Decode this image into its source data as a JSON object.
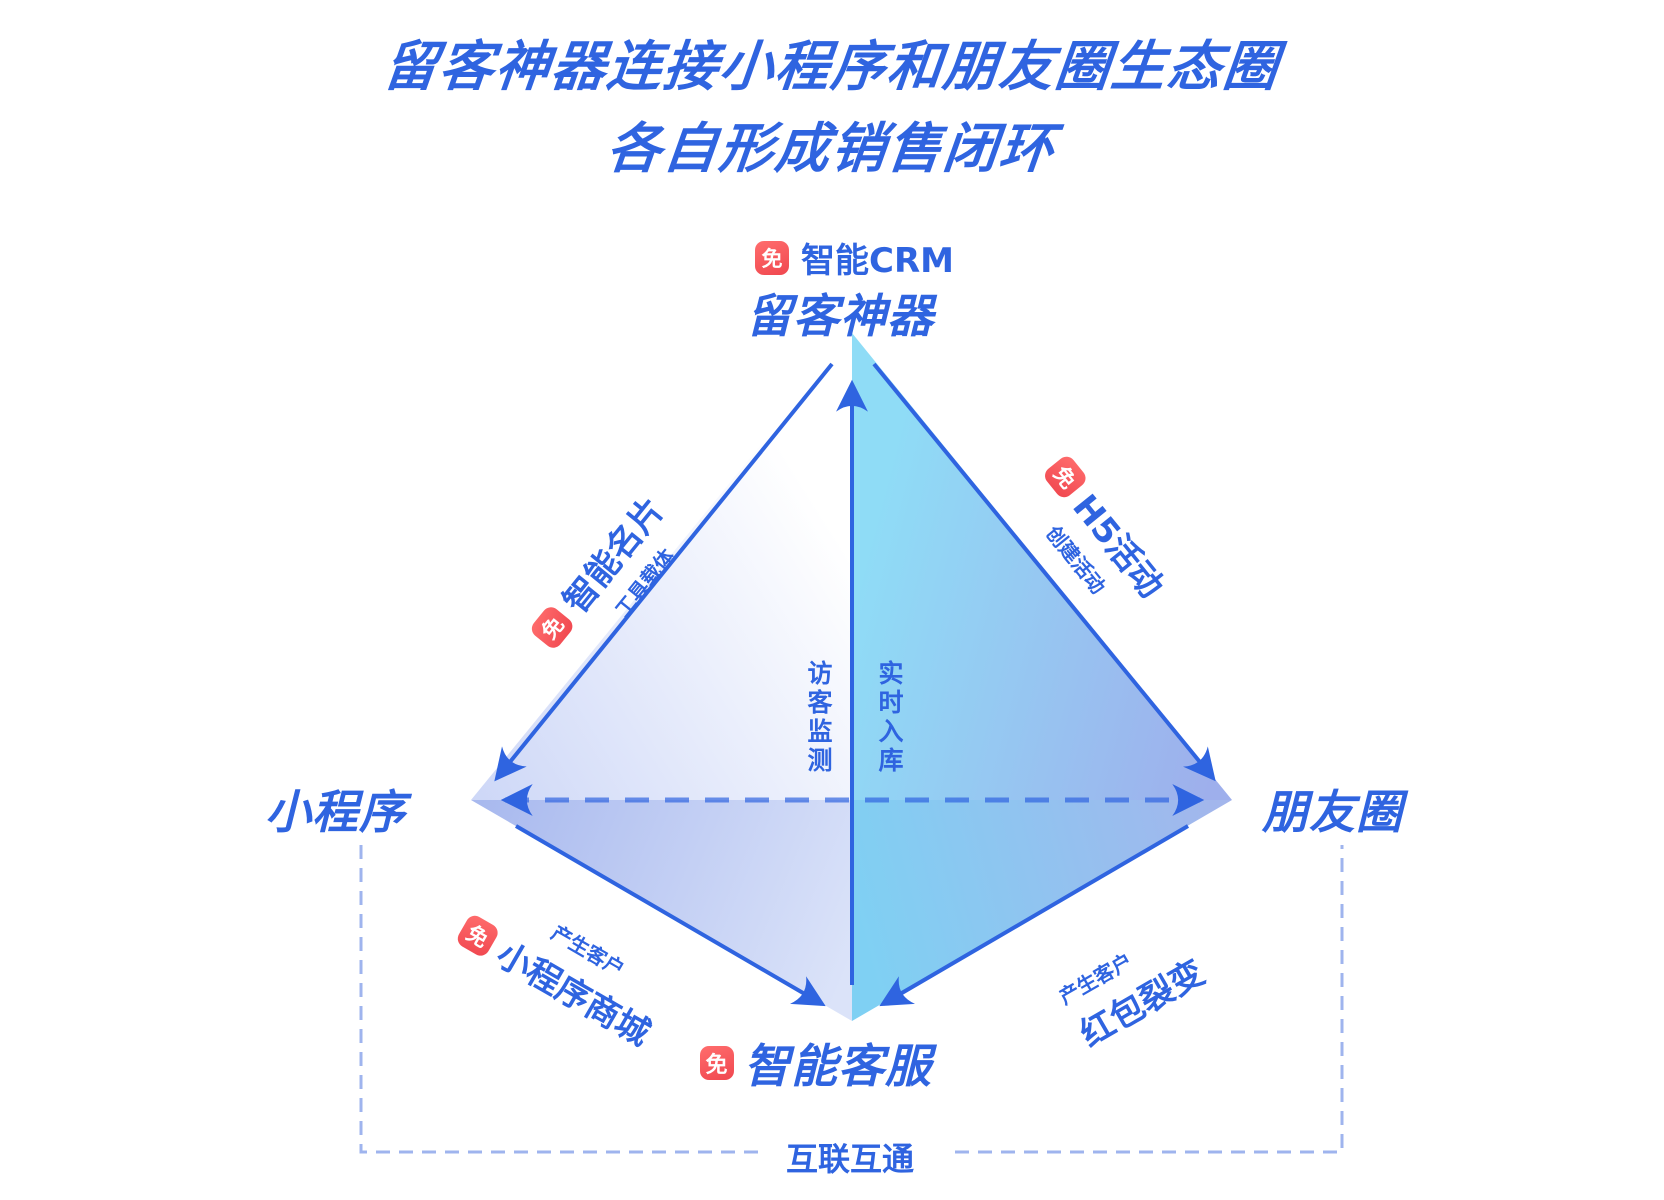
{
  "title": {
    "line1": "留客神器连接小程序和朋友圈生态圈",
    "line2": "各自形成销售闭环"
  },
  "free_badge": "免",
  "nodes": {
    "top": {
      "name": "留客神器",
      "tool": "智能CRM"
    },
    "left": {
      "name": "小程序"
    },
    "right": {
      "name": "朋友圈"
    },
    "bottom": {
      "name": "智能客服"
    }
  },
  "edges": {
    "top_left": {
      "title": "智能名片",
      "subtitle": "工具载体"
    },
    "top_right": {
      "title": "H5活动",
      "subtitle": "创建活动"
    },
    "left_bottom": {
      "title": "小程序商城",
      "subtitle": "产生客户"
    },
    "right_bottom": {
      "title": "红包裂变",
      "subtitle": "产生客户"
    },
    "center_left": "访客监测",
    "center_right": "实时入库",
    "interconnect": "互联互通"
  },
  "colors": {
    "primary": "#2f64e0",
    "free_badge": "#f0474f",
    "dashed": "#9fb4ee",
    "face_left_light": "#f4f6fd",
    "face_left_dark": "#c9d3f6",
    "face_right_light": "#8fdcf5",
    "face_right_dark": "#9cb0ec"
  }
}
